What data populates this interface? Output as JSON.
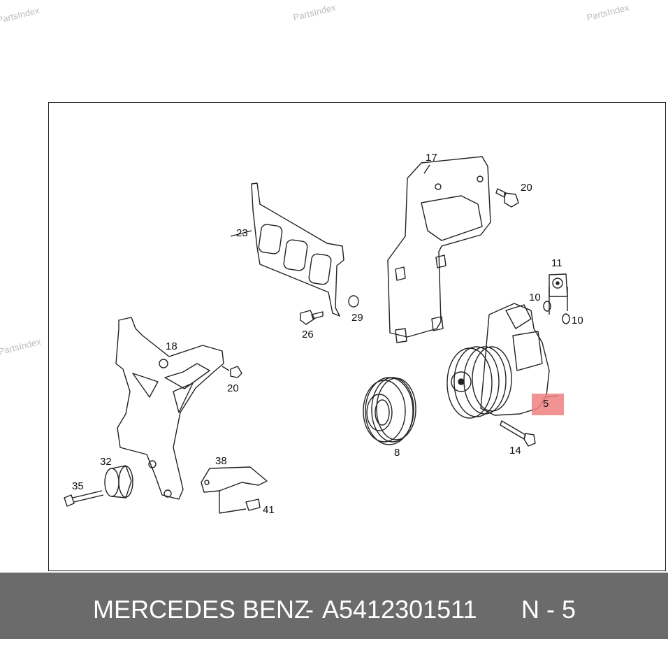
{
  "watermark": "PartsIndex",
  "callouts": {
    "c17": "17",
    "c20a": "20",
    "c23": "23",
    "c11": "11",
    "c10a": "10",
    "c10b": "10",
    "c29": "29",
    "c26": "26",
    "c18": "18",
    "c20b": "20",
    "c5": "5",
    "c8": "8",
    "c14": "14",
    "c32": "32",
    "c38": "38",
    "c35": "35",
    "c41": "41"
  },
  "highlight_color": "#f08080",
  "caption": {
    "brand": "MERCEDES BENZ",
    "separator": "-",
    "part_number": "A5412301511",
    "position": "N - 5"
  }
}
